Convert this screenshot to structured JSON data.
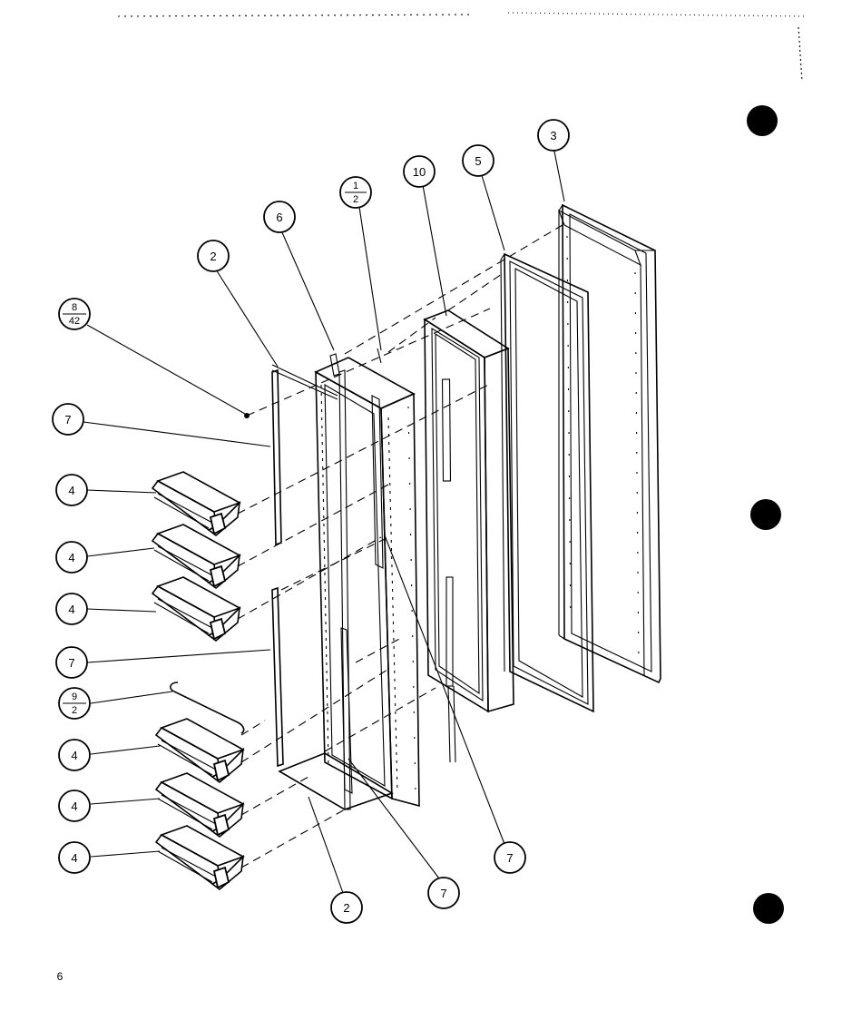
{
  "page_number": "6",
  "callouts": [
    {
      "id": "c-3",
      "label": "3"
    },
    {
      "id": "c-5",
      "label": "5"
    },
    {
      "id": "c-10",
      "label": "10"
    },
    {
      "id": "c-1-2",
      "top": "1",
      "bottom": "2"
    },
    {
      "id": "c-6",
      "label": "6"
    },
    {
      "id": "c-2-top",
      "label": "2"
    },
    {
      "id": "c-8-42",
      "top": "8",
      "bottom": "42"
    },
    {
      "id": "c-7-a",
      "label": "7"
    },
    {
      "id": "c-4-a",
      "label": "4"
    },
    {
      "id": "c-4-b",
      "label": "4"
    },
    {
      "id": "c-4-c",
      "label": "4"
    },
    {
      "id": "c-7-b",
      "label": "7"
    },
    {
      "id": "c-9-2",
      "top": "9",
      "bottom": "2"
    },
    {
      "id": "c-4-d",
      "label": "4"
    },
    {
      "id": "c-4-e",
      "label": "4"
    },
    {
      "id": "c-4-f",
      "label": "4"
    },
    {
      "id": "c-2-bottom",
      "label": "2"
    },
    {
      "id": "c-7-c",
      "label": "7"
    },
    {
      "id": "c-7-d",
      "label": "7"
    }
  ]
}
